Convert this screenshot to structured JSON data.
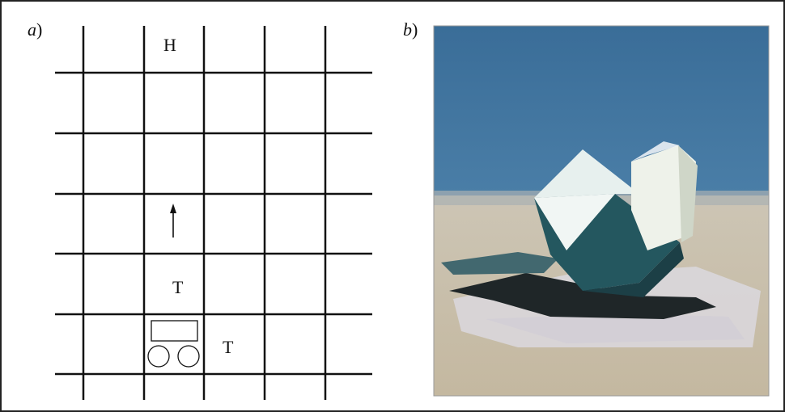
{
  "panels": {
    "a": {
      "letter": "a",
      "paren": ")"
    },
    "b": {
      "letter": "b",
      "paren": ")"
    }
  },
  "grid": {
    "letters": {
      "top": "H",
      "middle": "T",
      "right": "T"
    },
    "arrow": "up-arrow",
    "robot": "robot-cart-icon"
  },
  "colors": {
    "sky": "#3e7099",
    "ground": "#cfc7b4",
    "ground_far": "#b8b1a5",
    "box_light": "#eef3f1",
    "box_dark": "#2f5f6a",
    "shadow": "#222a2c"
  }
}
